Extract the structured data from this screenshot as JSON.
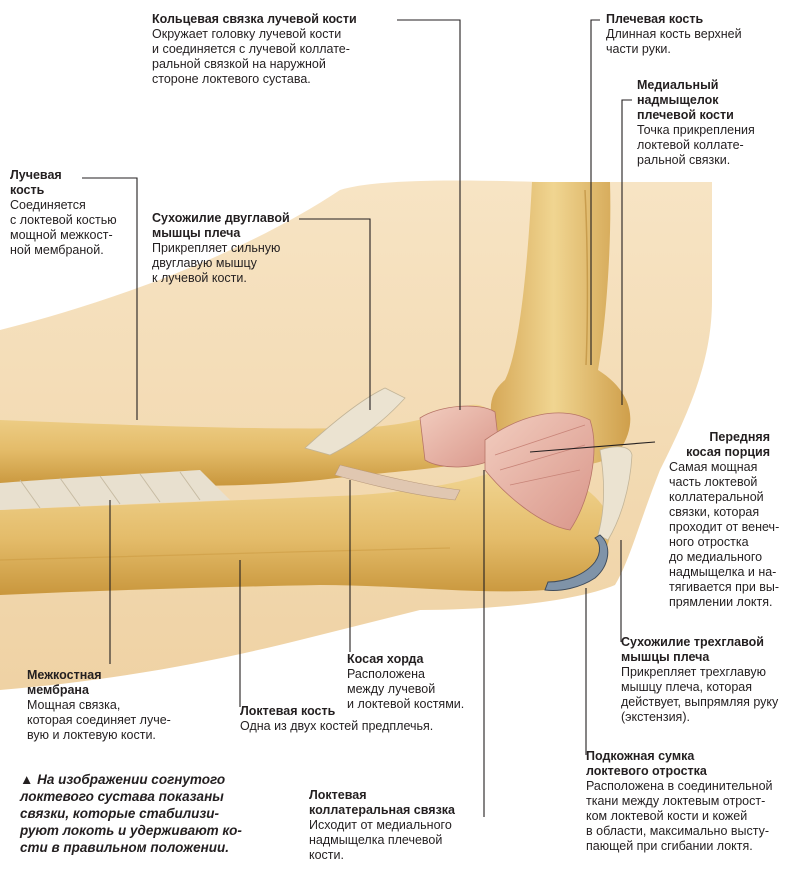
{
  "labels": {
    "annular": {
      "title": "Кольцевая связка лучевой кости",
      "lines": [
        "Окружает головку лучевой кости",
        "и соединяется с лучевой коллате-",
        "ральной связкой на наружной",
        "стороне локтевого сустава."
      ]
    },
    "humerus": {
      "title": "Плечевая кость",
      "lines": [
        "Длинная кость верхней",
        "части руки."
      ]
    },
    "medial_epicondyle": {
      "title_lines": [
        "Медиальный",
        "надмыщелок",
        "плечевой кости"
      ],
      "lines": [
        "Точка прикрепления",
        "локтевой коллате-",
        "ральной связки."
      ]
    },
    "radius": {
      "title_lines": [
        "Лучевая",
        "кость"
      ],
      "lines": [
        "Соединяется",
        "с локтевой костью",
        "мощной межкост-",
        "ной мембраной."
      ]
    },
    "biceps": {
      "title_lines": [
        "Сухожилие двуглавой",
        "мышцы плеча"
      ],
      "lines": [
        "Прикрепляет сильную",
        "двуглавую мышцу",
        "к лучевой кости."
      ]
    },
    "anterior_oblique": {
      "title_lines": [
        "Передняя",
        "косая порция"
      ],
      "lines": [
        "Самая мощная",
        "часть локтевой",
        "коллатеральной",
        "связки, которая",
        "проходит от венеч-",
        "ного отростка",
        "до медиального",
        "надмыщелка и на-",
        "тягивается при вы-",
        "прямлении локтя."
      ]
    },
    "interosseous": {
      "title_lines": [
        "Межкостная",
        "мембрана"
      ],
      "lines": [
        "Мощная связка,",
        "которая соединяет луче-",
        "вую и локтевую кости."
      ]
    },
    "oblique_cord": {
      "title": "Косая хорда",
      "lines": [
        "Расположена",
        "между лучевой",
        "и локтевой костями."
      ]
    },
    "triceps": {
      "title_lines": [
        "Сухожилие трехглавой",
        "мышцы плеча"
      ],
      "lines": [
        "Прикрепляет трехглавую",
        "мышцу плеча, которая",
        "действует, выпрямляя руку",
        "(экстензия)."
      ]
    },
    "ulna": {
      "title": "Локтевая кость",
      "lines": [
        "Одна из двух костей предплечья."
      ]
    },
    "bursa": {
      "title_lines": [
        "Подкожная сумка",
        "локтевого отростка"
      ],
      "lines": [
        "Расположена в соединительной",
        "ткани между локтевым отрост-",
        "ком локтевой кости и кожей",
        "в области, максимально высту-",
        "пающей при сгибании локтя."
      ]
    },
    "ulnar_collateral": {
      "title_lines": [
        "Локтевая",
        "коллатеральная связка"
      ],
      "lines": [
        "Исходит от медиального",
        "надмыщелка плечевой",
        "кости."
      ]
    }
  },
  "caption": {
    "marker": "▲",
    "lines": [
      "На изображении согнутого",
      "локтевого сустава показаны",
      "связки, которые стабилизи-",
      "руют локоть и удерживают ко-",
      "сти в правильном положении."
    ]
  },
  "colors": {
    "skin": "#f4dcb2",
    "bone": "#e6c173",
    "bone_dark": "#c9973d",
    "ligament": "#e8b4a4",
    "leader": "#231f20"
  }
}
